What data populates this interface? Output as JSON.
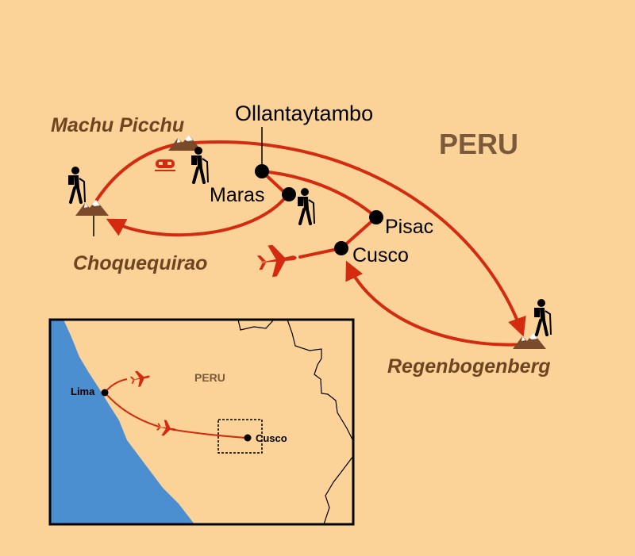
{
  "country_label": "PERU",
  "places": {
    "ollantaytambo": "Ollantaytambo",
    "maras": "Maras",
    "pisac": "Pisac",
    "cusco": "Cusco"
  },
  "treks": {
    "machu_picchu": "Machu Picchu",
    "choquequirao": "Choquequirao",
    "regenbogenberg": "Regenbogenberg"
  },
  "inset": {
    "country_label": "PERU",
    "lima": "Lima",
    "cusco": "Cusco"
  },
  "colors": {
    "background": "#fbd398",
    "route": "#d42a10",
    "trek_label": "#6e4421",
    "country_label": "#7a5a3a",
    "ocean": "#4b8fd0",
    "mountain": "#7b4a2a"
  },
  "icons": [
    "hiker-icon",
    "mountain-icon",
    "train-icon",
    "plane-icon",
    "town-dot-icon"
  ]
}
